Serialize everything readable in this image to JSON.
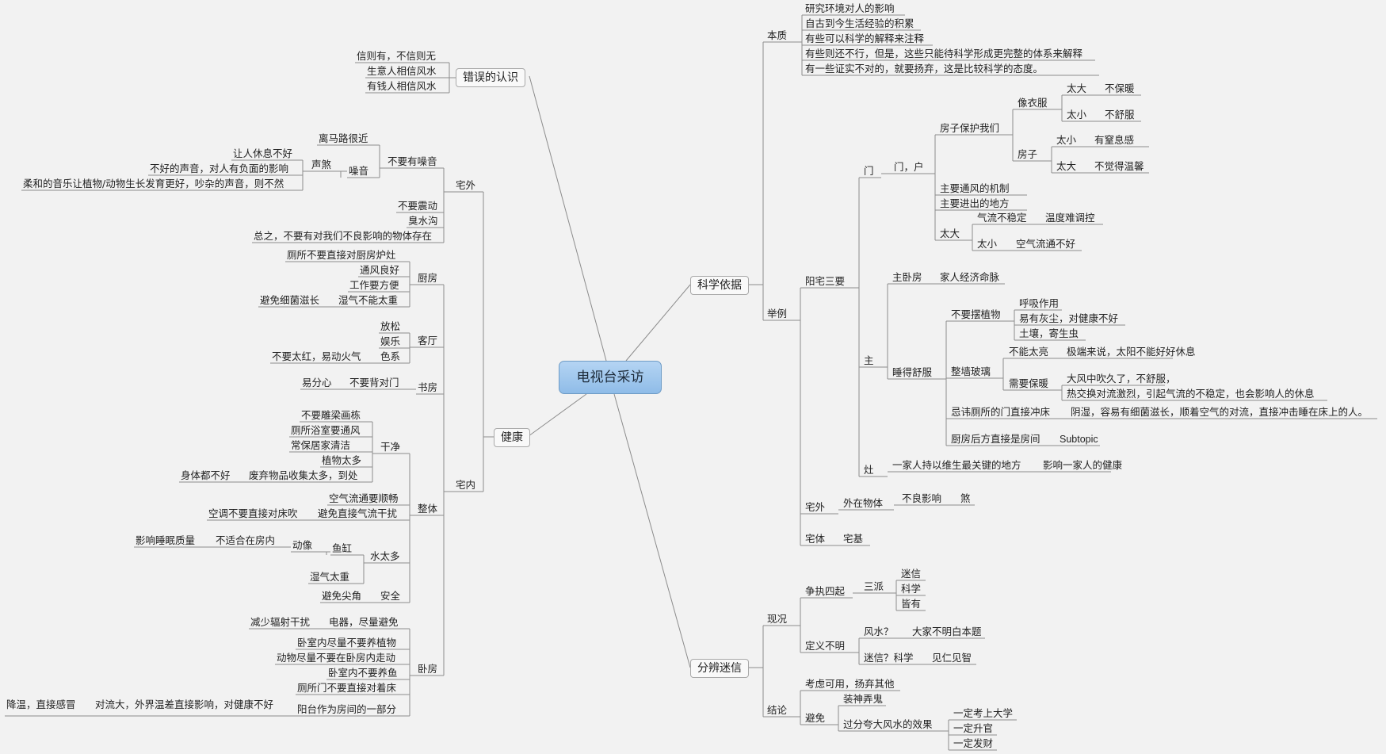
{
  "root": "电视台采访",
  "science": {
    "label": "科学依据",
    "essence": {
      "label": "本质",
      "items": [
        "研究环境对人的影响",
        "自古到今生活经验的积累",
        "有些可以科学的解释来注释",
        "有些则还不行，但是，这些只能待科学形成更完整的体系来解释",
        "有一些证实不对的，就要扬弃，这是比较科学的态度。"
      ]
    },
    "example": {
      "label": "举例",
      "yangzhai": {
        "label": "阳宅三要",
        "door": {
          "label": "门",
          "sub": "门，户",
          "protect": {
            "label": "房子保护我们",
            "clothes": {
              "label": "像衣服",
              "big": "太大",
              "big_note": "不保暖",
              "small": "太小",
              "small_note": "不舒服"
            },
            "house": {
              "label": "房子",
              "small": "太小",
              "small_note": "有窒息感",
              "big": "太大",
              "big_note": "不觉得温馨"
            }
          },
          "ventilation": "主要通风的机制",
          "entry": "主要进出的地方",
          "toobig": {
            "label": "太大",
            "a": "气流不稳定",
            "a_note": "温度难调控",
            "b": "太小",
            "b_note": "空气流通不好"
          }
        },
        "master": {
          "label": "主",
          "bedroom": "主卧房",
          "bedroom_note": "家人经济命脉",
          "sleep": {
            "label": "睡得舒服",
            "plants": {
              "label": "不要摆植物",
              "items": [
                "呼吸作用",
                "易有灰尘，对健康不好",
                "土壤，寄生虫"
              ]
            },
            "glass": {
              "label": "整墙玻璃",
              "a": "不能太亮",
              "a_note": "极端来说，太阳不能好好休息",
              "b": "需要保暖",
              "b_notes": [
                "大风中吹久了，不舒服，",
                "热交换对流激烈，引起气流的不稳定，也会影响人的休息"
              ]
            },
            "taboo": "忌讳厕所的门直接冲床",
            "taboo_note": "阴湿，容易有细菌滋长，顺着空气的对流，直接冲击睡在床上的人。",
            "kitchen_back": "厨房后方直接是房间",
            "kitchen_back_note": "Subtopic"
          }
        },
        "stove": {
          "label": "灶",
          "desc": "一家人持以维生最关键的地方",
          "note": "影响一家人的健康"
        }
      },
      "outside": {
        "label": "宅外",
        "objects": "外在物体",
        "bad": "不良影响",
        "sha": "煞"
      },
      "body": {
        "label": "宅体",
        "foundation": "宅基"
      }
    }
  },
  "superstition": {
    "label": "分辨迷信",
    "status": {
      "label": "现况",
      "dispute": {
        "label": "争执四起",
        "schools": {
          "label": "三派",
          "items": [
            "迷信",
            "科学",
            "皆有"
          ]
        }
      },
      "undefined": {
        "label": "定义不明",
        "a": "风水？",
        "a_note": "大家不明白本题",
        "b": "迷信？科学",
        "b_note": "见仁见智"
      }
    },
    "conclusion": {
      "label": "结论",
      "useful": "考虑可用，扬弃其他",
      "avoid": {
        "label": "避免",
        "pretend": "装神弄鬼",
        "exaggerate": {
          "label": "过分夸大风水的效果",
          "items": [
            "一定考上大学",
            "一定升官",
            "一定发财"
          ]
        }
      }
    }
  },
  "misconceptions": {
    "label": "错误的认识",
    "items": [
      "信则有，不信则无",
      "生意人相信风水",
      "有钱人相信风水"
    ]
  },
  "health": {
    "label": "健康",
    "outside": {
      "label": "宅外",
      "noise": {
        "label": "不要有噪音",
        "far": "离马路很近",
        "noise": {
          "label": "噪音",
          "sha": "声煞",
          "items": [
            "让人休息不好",
            "不好的声音，对人有负面的影响",
            "柔和的音乐让植物/动物生长发育更好，吵杂的声音，则不然"
          ]
        }
      },
      "vibration": "不要震动",
      "ditch": "臭水沟",
      "summary": "总之，不要有对我们不良影响的物体存在"
    },
    "inside": {
      "label": "宅内",
      "kitchen": {
        "label": "厨房",
        "items": [
          "厕所不要直接对厨房炉灶",
          "通风良好",
          "工作要方便"
        ],
        "humid": "湿气不能太重",
        "humid_note": "避免细菌滋长"
      },
      "living": {
        "label": "客厅",
        "items": [
          "放松",
          "娱乐"
        ],
        "color": "色系",
        "color_note": "不要太红，易动火气"
      },
      "study": {
        "label": "书房",
        "item": "不要背对门",
        "note": "易分心"
      },
      "overall": {
        "label": "整体",
        "clean": {
          "label": "干净",
          "items": [
            "不要雕梁画栋",
            "厕所浴室要通风",
            "常保居家清洁",
            "植物太多"
          ],
          "waste": "废弃物品收集太多，到处",
          "waste_note": "身体都不好"
        },
        "airflow": "空气流通要顺畅",
        "avoid_air": "避免直接气流干扰",
        "avoid_air_note": "空调不要直接对床吹",
        "water": {
          "label": "水太多",
          "tank": "鱼缸",
          "dynamic": "动像",
          "dynamic_note": "不适合在房内",
          "dynamic_note2": "影响睡眠质量",
          "humid": "湿气太重"
        },
        "safety": "安全",
        "safety_note": "避免尖角"
      },
      "bedroom": {
        "label": "卧房",
        "appliances": "电器，尽量避免",
        "appliances_note": "减少辐射干扰",
        "items": [
          "卧室内尽量不要养植物",
          "动物尽量不要在卧房内走动",
          "卧室内不要养鱼",
          "厕所门不要直接对着床"
        ],
        "balcony": "阳台作为房间的一部分",
        "balcony_note": "对流大，外界温差直接影响，对健康不好",
        "balcony_note2": "降温，直接感冒"
      }
    }
  }
}
